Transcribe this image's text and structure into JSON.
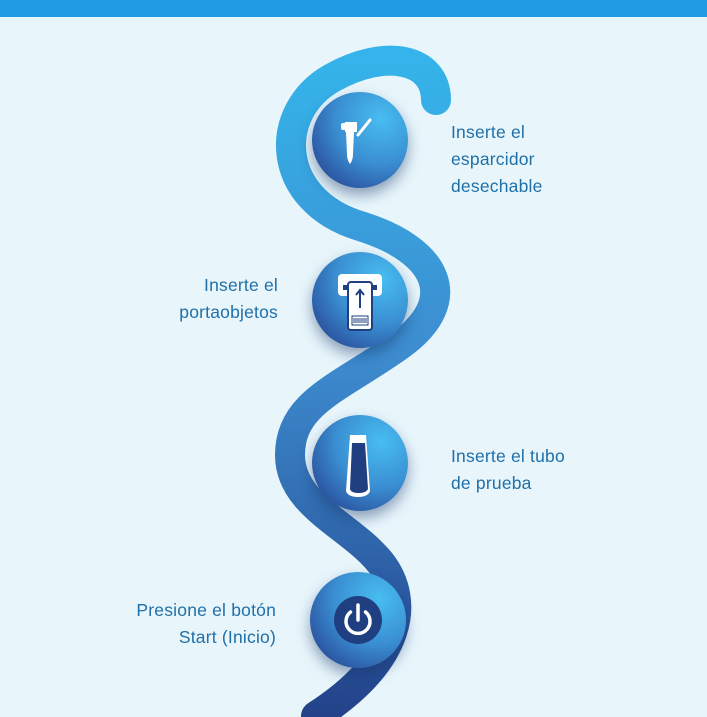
{
  "colors": {
    "background": "#e8f6fc",
    "top_bar": "#1e9be2",
    "wave_top": "#30b0e8",
    "wave_bottom": "#24448c",
    "circle_light": "#42b6ec",
    "circle_dark": "#2a4f9c",
    "label_text": "#1f6fa8",
    "icon_dark": "#1f3f80"
  },
  "steps": [
    {
      "icon": "spreader-icon",
      "lines": [
        "Inserte el",
        "esparcidor",
        "desechable"
      ]
    },
    {
      "icon": "slide-insert-icon",
      "lines": [
        "Inserte el",
        "portaobjetos"
      ]
    },
    {
      "icon": "test-tube-icon",
      "lines": [
        "Inserte el tubo",
        "de prueba"
      ]
    },
    {
      "icon": "power-icon",
      "lines": [
        "Presione el botón",
        "Start (Inicio)"
      ]
    }
  ]
}
